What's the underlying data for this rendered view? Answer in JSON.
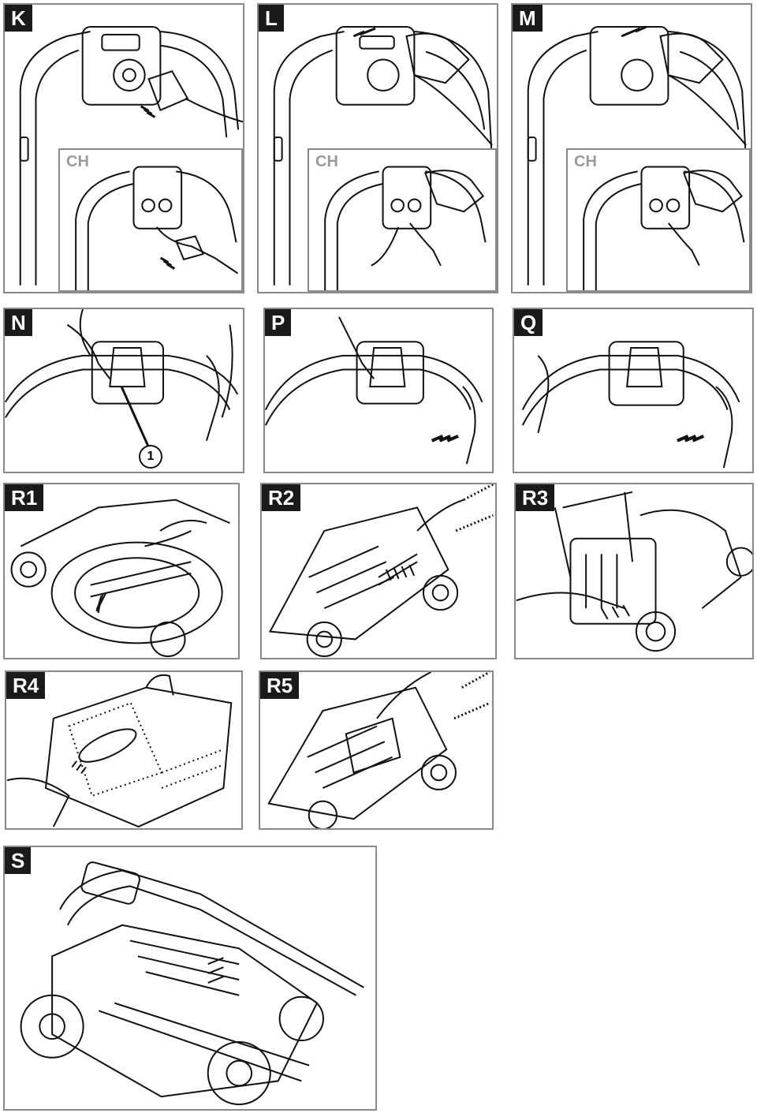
{
  "panels": {
    "k": {
      "label": "K",
      "inset": "CH"
    },
    "l": {
      "label": "L",
      "inset": "CH"
    },
    "m": {
      "label": "M",
      "inset": "CH"
    },
    "n": {
      "label": "N",
      "callout": "1"
    },
    "p": {
      "label": "P"
    },
    "q": {
      "label": "Q"
    },
    "r1": {
      "label": "R1"
    },
    "r2": {
      "label": "R2"
    },
    "r3": {
      "label": "R3"
    },
    "r4": {
      "label": "R4"
    },
    "r5": {
      "label": "R5"
    },
    "s": {
      "label": "S"
    }
  }
}
